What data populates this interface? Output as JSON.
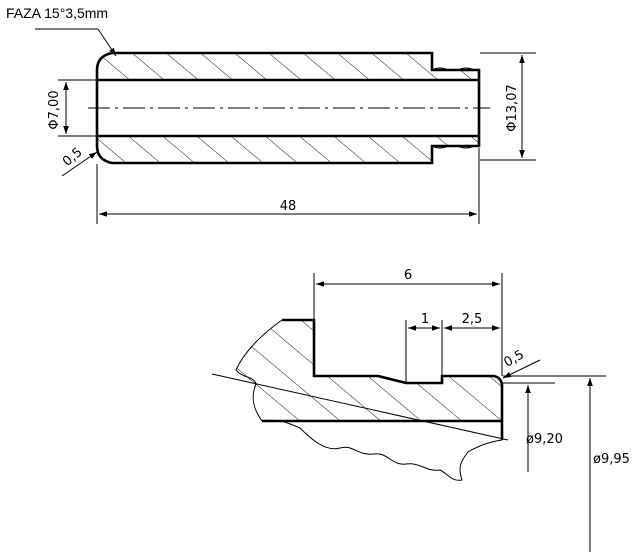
{
  "top_view": {
    "chamfer_note": "FAZA 15°3,5mm",
    "inner_diameter": "Φ7,00",
    "outer_diameter": "Φ13,07",
    "chamfer_size": "0,5",
    "length": "48"
  },
  "detail_view": {
    "width": "6",
    "groove_width": "1",
    "groove_offset": "2,5",
    "end_chamfer": "0,5",
    "diameter_small": "ø9,20",
    "diameter_large": "ø9,95"
  }
}
